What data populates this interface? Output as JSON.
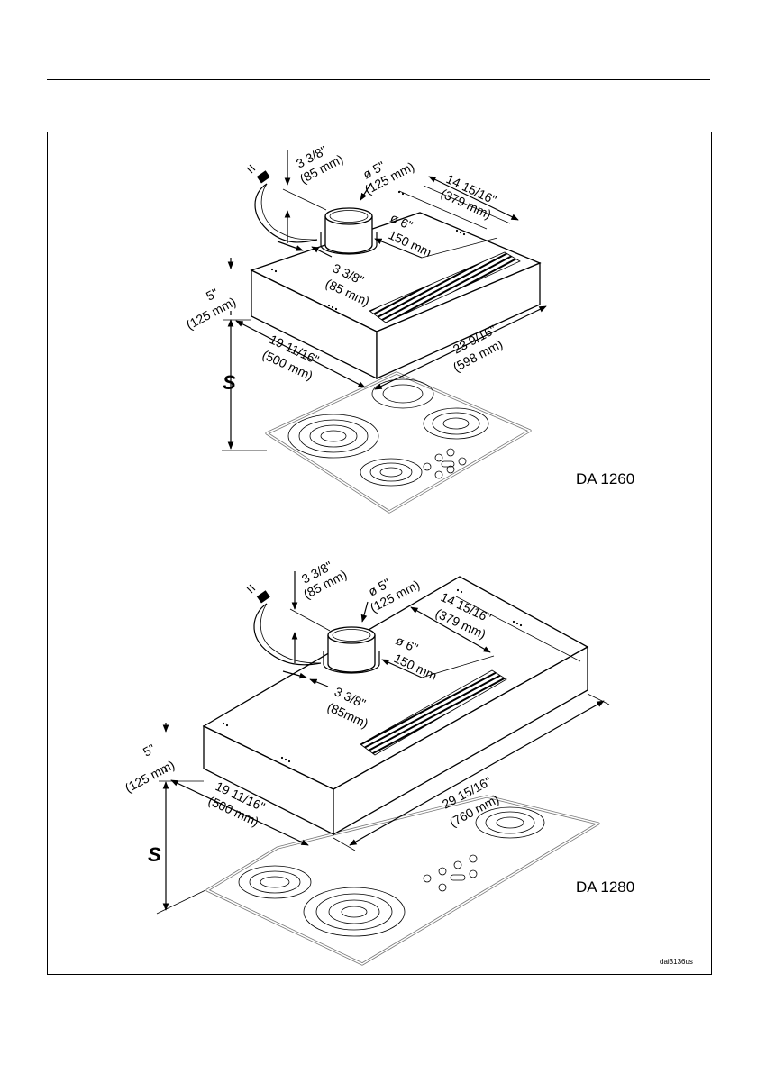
{
  "figure_code": "dai3136us",
  "symbol_s": "S",
  "top": {
    "model": "DA 1260",
    "dim_top_height_a": "3 3/8\"",
    "dim_top_height_b": "(85 mm)",
    "dim_dia5_a": "ø 5\"",
    "dim_dia5_b": "(125 mm)",
    "dim_depth_a": "14 15/16\"",
    "dim_depth_b": "(379 mm)",
    "dim_dia6_a": "ø 6\"",
    "dim_dia6_b": "150 mm",
    "dim_offset_a": "3 3/8\"",
    "dim_offset_b": "(85 mm)",
    "dim_height_a": "5\"",
    "dim_height_b": "(125 mm)",
    "dim_side_a": "19 11/16\"",
    "dim_side_b": "(500 mm)",
    "dim_width_a": "23 9/16\"",
    "dim_width_b": "(598 mm)"
  },
  "bottom": {
    "model": "DA 1280",
    "dim_top_height_a": "3 3/8\"",
    "dim_top_height_b": "(85 mm)",
    "dim_dia5_a": "ø 5\"",
    "dim_dia5_b": "(125 mm)",
    "dim_depth_a": "14 15/16\"",
    "dim_depth_b": "(379 mm)",
    "dim_dia6_a": "ø 6\"",
    "dim_dia6_b": "150 mm",
    "dim_offset_a": "3 3/8\"",
    "dim_offset_b": "(85mm)",
    "dim_height_a": "5\"",
    "dim_height_b": "(125 mm)",
    "dim_side_a": "19 11/16\"",
    "dim_side_b": "(500 mm)",
    "dim_width_a": "29 15/16\"",
    "dim_width_b": "(760 mm)"
  }
}
